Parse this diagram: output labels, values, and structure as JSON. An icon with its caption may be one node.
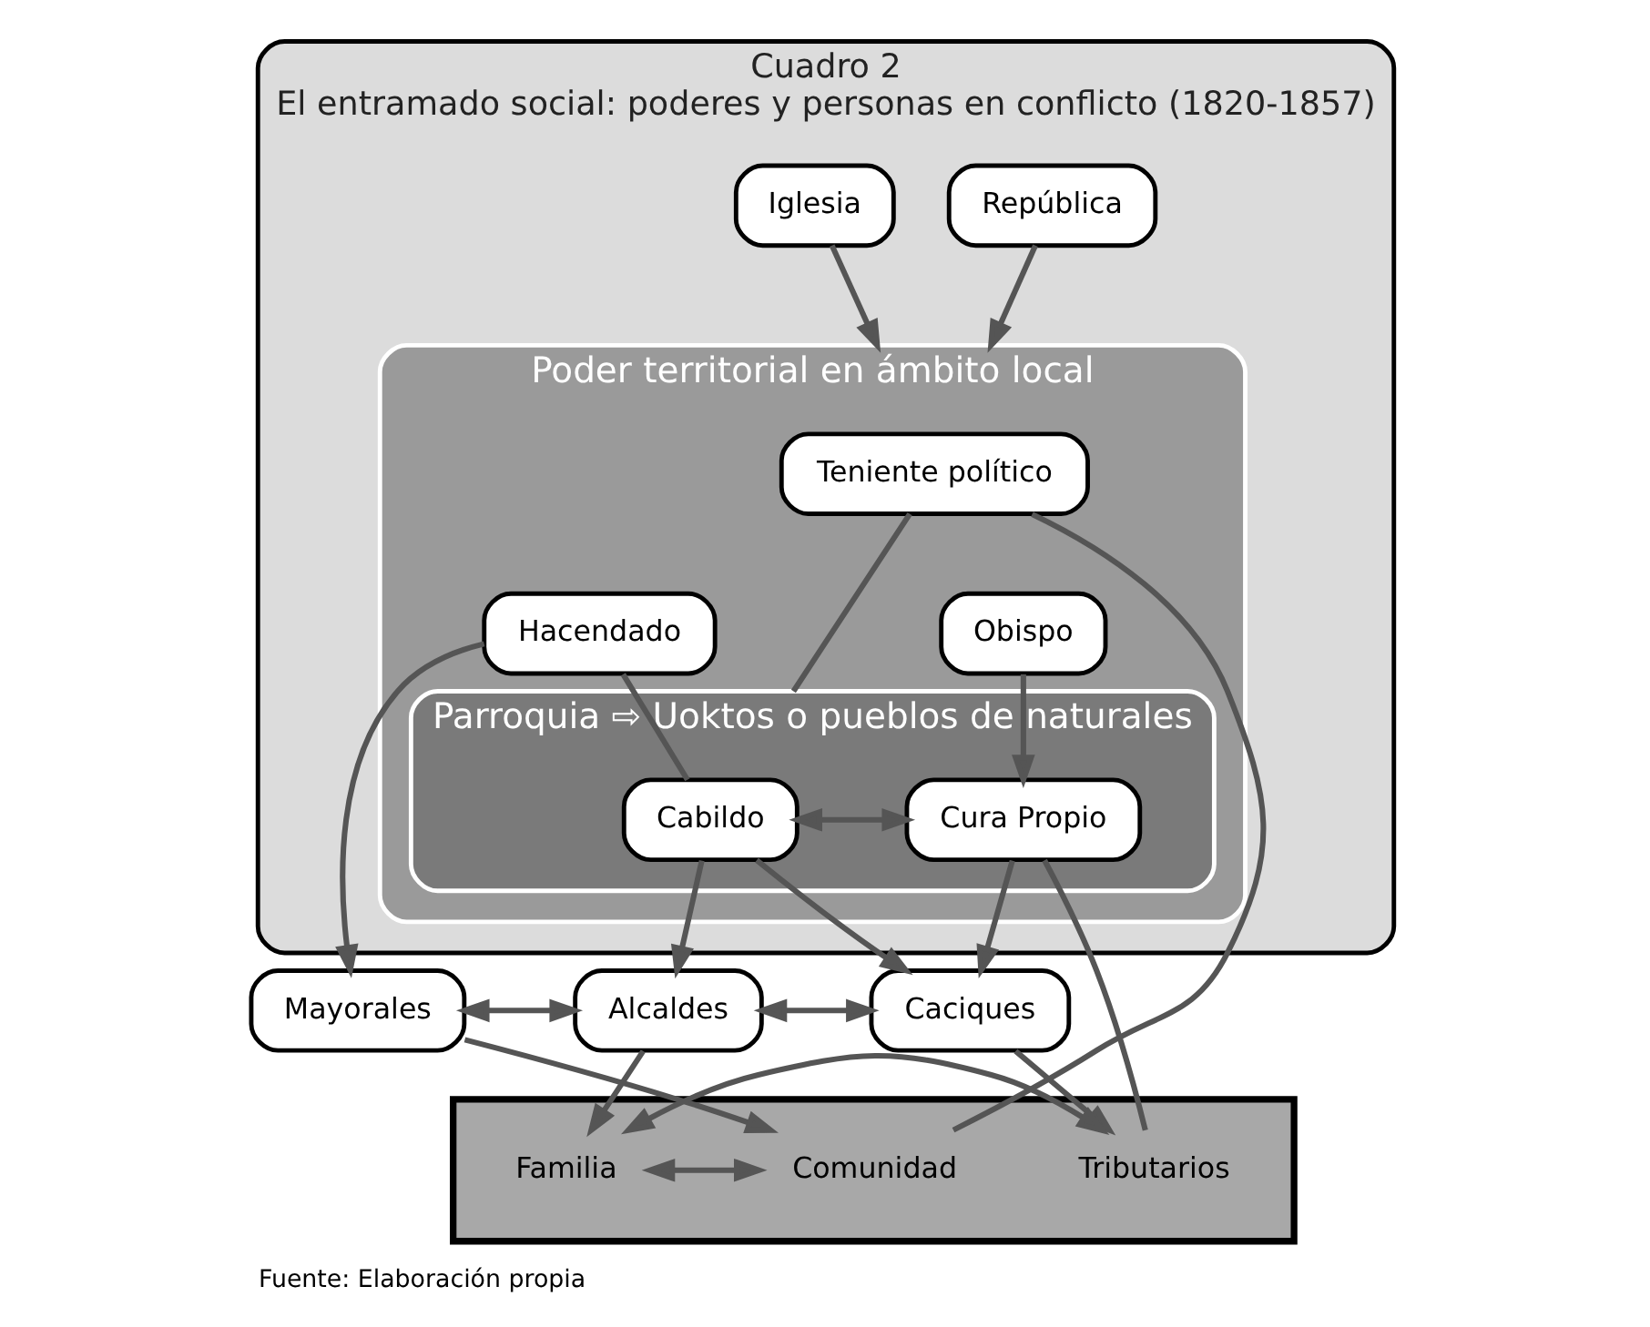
{
  "diagram": {
    "caption": "Fuente: Elaboración propia",
    "nodes": [
      {
        "text": [
          "Cuadro 2",
          "El entramado social: poderes y personas en conflicto (1820-1857)"
        ]
      },
      {
        "text": [
          "República"
        ],
        "in": 0
      },
      {
        "text": [
          "Iglesia"
        ],
        "in": 0
      },
      {
        "text": [
          "Poder territorial en ámbito local"
        ],
        "in": 0
      },
      {
        "text": [
          "Teniente político"
        ],
        "in": 3
      },
      {
        "text": [
          "Obispo"
        ],
        "in": 3
      },
      {
        "text": [
          "Hacendado"
        ],
        "in": 3
      },
      {
        "text": [
          "Parroquia ⇨ Uoktos o pueblos de naturales"
        ],
        "in": 3
      },
      {
        "text": [
          "Cabildo"
        ],
        "in": 7
      },
      {
        "text": [
          "Cura Propio"
        ],
        "in": 7
      },
      {
        "text": [
          "Mayorales"
        ]
      },
      {
        "text": [
          "Alcaldes"
        ]
      },
      {
        "text": [
          "Caciques"
        ]
      },
      {
        "text": [],
        "shape": "bar"
      },
      {
        "text": [
          "Comunidad"
        ],
        "in": 13
      },
      {
        "text": [
          "Familia"
        ],
        "in": 13
      },
      {
        "text": [
          "Tributarios"
        ],
        "in": 13
      }
    ],
    "edges": [
      {
        "from": 1,
        "to": 3,
        "arrow": "to"
      },
      {
        "from": 2,
        "to": 3,
        "arrow": "to"
      },
      {
        "from": 4,
        "to": 7,
        "arrow": "none"
      },
      {
        "from": 5,
        "to": 9,
        "arrow": "to"
      },
      {
        "from": 6,
        "to": 8,
        "arrow": "none"
      },
      {
        "from": 8,
        "to": 9,
        "arrow": "both"
      },
      {
        "from": 6,
        "to": 10,
        "arrow": "to"
      },
      {
        "from": 8,
        "to": 11,
        "arrow": "to"
      },
      {
        "from": 8,
        "to": 12,
        "arrow": "to"
      },
      {
        "from": 9,
        "to": 12,
        "arrow": "to"
      },
      {
        "from": 9,
        "to": 16,
        "arrow": "none"
      },
      {
        "from": 4,
        "to": 14,
        "arrow": "none"
      },
      {
        "from": 10,
        "to": 11,
        "arrow": "both"
      },
      {
        "from": 11,
        "to": 12,
        "arrow": "both"
      },
      {
        "from": 10,
        "to": 14,
        "arrow": "to"
      },
      {
        "from": 11,
        "to": 15,
        "arrow": "to"
      },
      {
        "from": 12,
        "to": 16,
        "arrow": "to"
      },
      {
        "from": 14,
        "to": 15,
        "arrow": "both"
      },
      {
        "from": 15,
        "to": 16,
        "arrow": "both"
      }
    ]
  }
}
